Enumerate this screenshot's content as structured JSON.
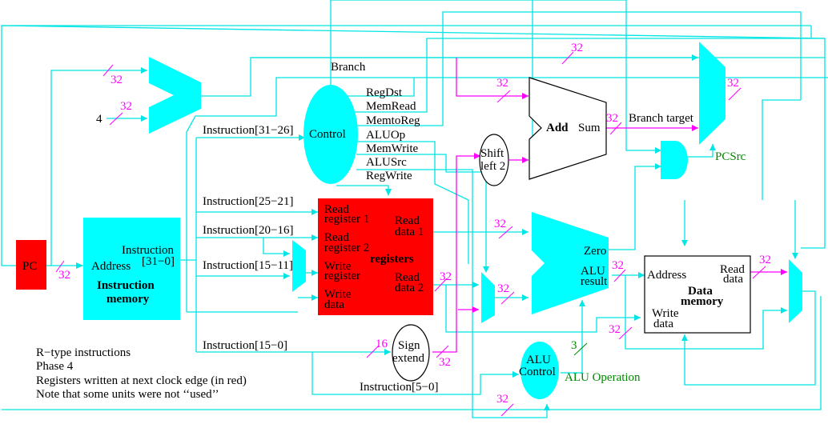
{
  "diagram": {
    "title": "MIPS single-cycle datapath",
    "notes": [
      "R−type instructions",
      "Phase 4",
      "Registers  written at next clock edge (in red)",
      "Note that some units were not ‘‘used’’"
    ],
    "colors": {
      "wire": "#00e5e5",
      "unit": "#00ffff",
      "active_write": "#ff0000",
      "bus_width": "#ff00ff",
      "control_signal": "#008800"
    },
    "units": {
      "pc": "PC",
      "instruction_memory": {
        "out_label_1": "Instruction",
        "out_label_2": "[31−0]",
        "in_label": "Address",
        "name_1": "Instruction",
        "name_2": "memory"
      },
      "control": "Control",
      "registers": {
        "read_reg1_a": "Read",
        "read_reg1_b": "register 1",
        "read_reg2_a": "Read",
        "read_reg2_b": "register 2",
        "write_reg_a": "Write",
        "write_reg_b": "register",
        "write_data_a": "Write",
        "write_data_b": "data",
        "read_data1_a": "Read",
        "read_data1_b": "data 1",
        "read_data2_a": "Read",
        "read_data2_b": "data 2",
        "name": "registers"
      },
      "sign_extend": {
        "a": "Sign",
        "b": "extend"
      },
      "shift_left": {
        "a": "Shift",
        "b": "left 2"
      },
      "adder": {
        "add": "Add",
        "sum": "Sum"
      },
      "alu": {
        "zero": "Zero",
        "result_a": "ALU",
        "result_b": "result"
      },
      "alu_control": {
        "a": "ALU",
        "b": "Control"
      },
      "data_memory": {
        "address": "Address",
        "read_a": "Read",
        "read_b": "data",
        "name_a": "Data",
        "name_b": "memory",
        "write_a": "Write",
        "write_b": "data"
      }
    },
    "control_signals": [
      "RegDst",
      "MemRead",
      "MemtoReg",
      "ALUOp",
      "MemWrite",
      "ALUSrc",
      "RegWrite"
    ],
    "labels": {
      "branch": "Branch",
      "branch_target": "Branch target",
      "pcsrc": "PCSrc",
      "alu_operation": "ALU Operation",
      "const_four": "4",
      "instr_31_26": "Instruction[31−26]",
      "instr_25_21": "Instruction[25−21]",
      "instr_20_16": "Instruction[20−16]",
      "instr_15_11": "Instruction[15−11]",
      "instr_15_0": "Instruction[15−0]",
      "instr_5_0": "Instruction[5−0]"
    },
    "bus_widths": {
      "pc_out": "32",
      "pc_adder_in": "32",
      "four_in": "32",
      "top_bus": "32",
      "branch_adder_in": "32",
      "sum_out": "32",
      "pc_mux_out": "32",
      "read_data1": "32",
      "read_data2": "32",
      "alusrc_mux_out": "32",
      "alu_result": "32",
      "write_data": "32",
      "mem_read_data": "32",
      "sign_in": "16",
      "sign_out": "32",
      "alu_ctrl_bottom": "32",
      "alu_op_bits": "3"
    }
  }
}
